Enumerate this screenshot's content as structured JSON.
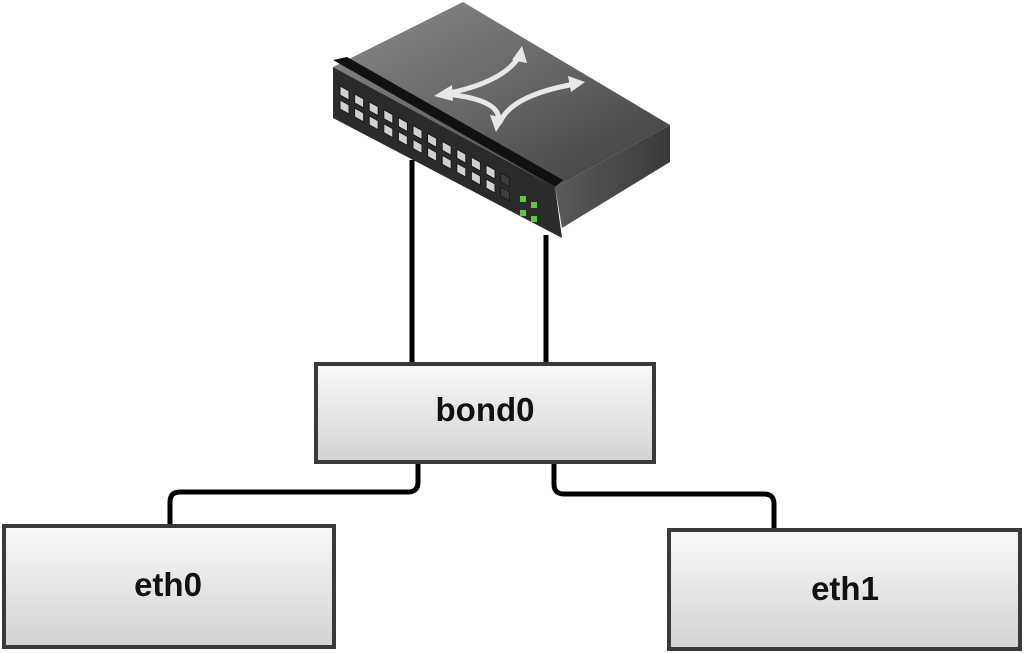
{
  "nodes": {
    "bond": {
      "label": "bond0"
    },
    "eth0": {
      "label": "eth0"
    },
    "eth1": {
      "label": "eth1"
    }
  },
  "icons": {
    "switch": "network-switch-icon",
    "arrows": "crossed-arrows-icon"
  },
  "colors": {
    "box_border": "#3a3a3a",
    "box_fill_top": "#f8f8f8",
    "box_fill_bottom": "#d4d4d4",
    "link": "#000000",
    "switch_body": "#505050",
    "switch_front": "#2a2a2a",
    "port_led_green": "#5fc83a"
  }
}
